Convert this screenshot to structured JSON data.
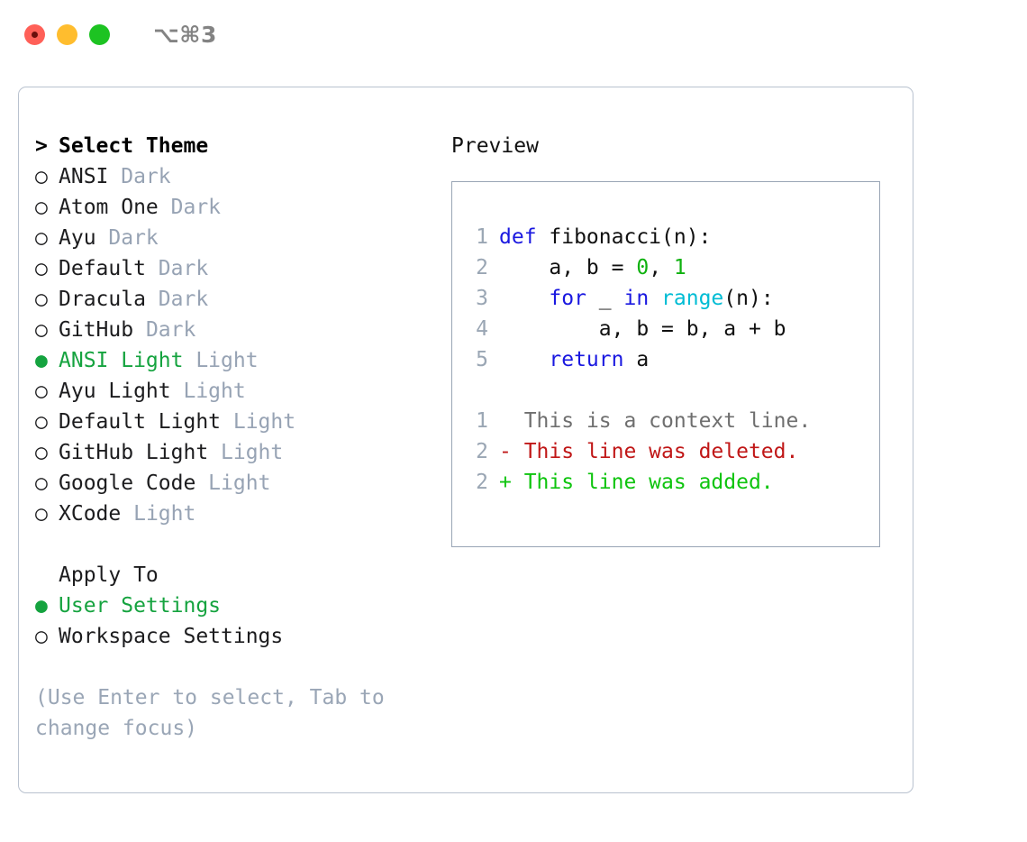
{
  "window": {
    "shortcut": "⌥⌘3",
    "traffic_lights": [
      "close",
      "minimize",
      "maximize"
    ]
  },
  "theme_panel": {
    "header": "Select Theme",
    "caret": ">",
    "bullet_on": "●",
    "bullet_off": "○",
    "items": [
      {
        "name": "ANSI",
        "kind": "Dark",
        "selected": false
      },
      {
        "name": "Atom One",
        "kind": "Dark",
        "selected": false
      },
      {
        "name": "Ayu",
        "kind": "Dark",
        "selected": false
      },
      {
        "name": "Default",
        "kind": "Dark",
        "selected": false
      },
      {
        "name": "Dracula",
        "kind": "Dark",
        "selected": false
      },
      {
        "name": "GitHub",
        "kind": "Dark",
        "selected": false
      },
      {
        "name": "ANSI Light",
        "kind": "Light",
        "selected": true
      },
      {
        "name": "Ayu Light",
        "kind": "Light",
        "selected": false
      },
      {
        "name": "Default Light",
        "kind": "Light",
        "selected": false
      },
      {
        "name": "GitHub Light",
        "kind": "Light",
        "selected": false
      },
      {
        "name": "Google Code",
        "kind": "Light",
        "selected": false
      },
      {
        "name": "XCode",
        "kind": "Light",
        "selected": false
      }
    ]
  },
  "apply_to": {
    "label": "Apply To",
    "options": [
      {
        "name": "User Settings",
        "selected": true
      },
      {
        "name": "Workspace Settings",
        "selected": false
      }
    ]
  },
  "hint": "(Use Enter to select, Tab to change focus)",
  "preview": {
    "title": "Preview",
    "code_lines": [
      {
        "no": "1",
        "tokens": [
          {
            "t": "def",
            "c": "tok-kw"
          },
          {
            "t": " fibonacci(n):",
            "c": "tok-txt"
          }
        ]
      },
      {
        "no": "2",
        "tokens": [
          {
            "t": "    a, b = ",
            "c": "tok-txt"
          },
          {
            "t": "0",
            "c": "tok-num"
          },
          {
            "t": ", ",
            "c": "tok-txt"
          },
          {
            "t": "1",
            "c": "tok-num"
          }
        ]
      },
      {
        "no": "3",
        "tokens": [
          {
            "t": "    ",
            "c": "tok-txt"
          },
          {
            "t": "for",
            "c": "tok-kw"
          },
          {
            "t": " _ ",
            "c": "tok-txt"
          },
          {
            "t": "in",
            "c": "tok-kw"
          },
          {
            "t": " ",
            "c": "tok-txt"
          },
          {
            "t": "range",
            "c": "tok-fn"
          },
          {
            "t": "(n):",
            "c": "tok-txt"
          }
        ]
      },
      {
        "no": "4",
        "tokens": [
          {
            "t": "        a, b = b, a + b",
            "c": "tok-txt"
          }
        ]
      },
      {
        "no": "5",
        "tokens": [
          {
            "t": "    ",
            "c": "tok-txt"
          },
          {
            "t": "return",
            "c": "tok-kw"
          },
          {
            "t": " a",
            "c": "tok-txt"
          }
        ]
      }
    ],
    "diff_lines": [
      {
        "no": "1",
        "marker": "  ",
        "text": "This is a context line.",
        "c": "diff-ctx"
      },
      {
        "no": "2",
        "marker": "- ",
        "text": "This line was deleted.",
        "c": "diff-del"
      },
      {
        "no": "2",
        "marker": "+ ",
        "text": "This line was added.",
        "c": "diff-add"
      }
    ]
  },
  "colors": {
    "accent_green": "#15a33f",
    "muted": "#97a3b4",
    "border": "#99a5b5",
    "container_border": "#b9c2cf",
    "keyword": "#1a18e0",
    "function": "#00bcd4",
    "number": "#0fb10f",
    "diff_added": "#0ec40e",
    "diff_deleted": "#c01717",
    "diff_context": "#6f6f6f",
    "traffic_close": "#ff6058",
    "traffic_min": "#ffbd2e",
    "traffic_max": "#1dc322"
  }
}
